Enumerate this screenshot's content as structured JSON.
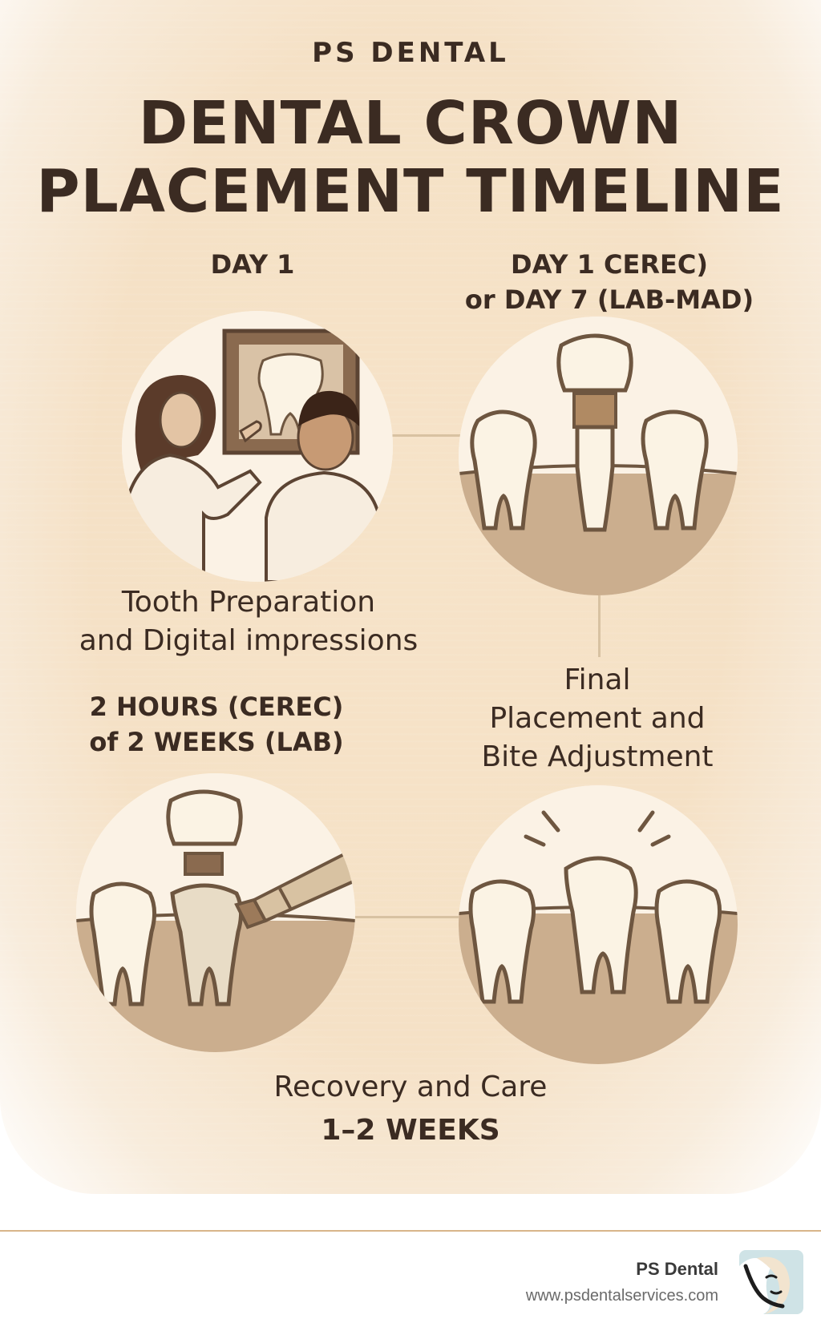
{
  "brand": "PS DENTAL",
  "title_line1": "DENTAL CROWN",
  "title_line2": "PLACEMENT TIMELINE",
  "steps": [
    {
      "label_lines": [
        "DAY 1"
      ],
      "icon": "dentist-consultation-icon",
      "description_lines": [
        "Tooth Preparation",
        "and Digital impressions"
      ]
    },
    {
      "label_lines": [
        "DAY 1 CEREC)",
        "or  DAY 7 (LAB-MAD)"
      ],
      "icon": "crown-placement-icon",
      "description_lines": []
    },
    {
      "label_lines": [
        "2 HOURS (CEREC)",
        "of 2 WEEKS (LAB)"
      ],
      "icon": "crown-fabrication-icon",
      "description_lines": []
    },
    {
      "label_lines": [],
      "icon": "finished-tooth-icon",
      "description_lines": [
        "Final",
        "Placement and",
        "Bite Adjustment"
      ]
    }
  ],
  "recovery": {
    "line1": "Recovery and Care",
    "line2": "1–2 WEEKS"
  },
  "footer": {
    "name": "PS Dental",
    "url": "www.psdentalservices.com",
    "logo_icon": "ps-dental-logo-icon"
  },
  "colors": {
    "background": "#f5e1c6",
    "text": "#3b2b22",
    "gum": "#cbae8e",
    "tooth": "#fbf3e4",
    "outline": "#6e5640",
    "footer_rule": "#d8b58a"
  }
}
